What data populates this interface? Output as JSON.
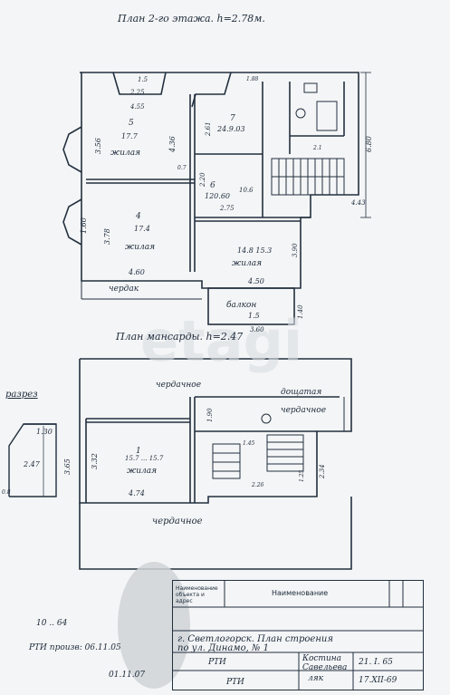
{
  "second_floor": {
    "title": "План 2-го этажа. h=2.78м.",
    "overall_height": "6.80",
    "height_right": "4.43",
    "rooms": [
      {
        "number": "5",
        "area": "17.7",
        "type": "жилая",
        "dim_top": "2.25",
        "dim_mid": "4.55",
        "dim_left": "3.56",
        "dim_right": "4.36",
        "dim_small": "1.5"
      },
      {
        "number": "4",
        "area": "17.4",
        "type": "жилая",
        "dim_left": "1.60",
        "dim_right": "3.78",
        "dim_bottom": "4.60"
      },
      {
        "number": "6",
        "area": "120.60",
        "dim_a": "2.20",
        "dim_b": "10.6",
        "dim_c": "2.75"
      },
      {
        "number": "7",
        "area": "24.9.03",
        "dim_a": "2.61"
      },
      {
        "number": "14.8",
        "area": "15.3",
        "type": "жилая",
        "dim_right": "3.90",
        "dim_bottom": "4.50"
      }
    ],
    "misc": [
      "1.88",
      "2.1",
      "0.7"
    ],
    "attic_label": "чердак",
    "balcony_label": "балкон",
    "balcony_area": "1.5",
    "balcony_dim": "1.40",
    "balcony_width": "3.60"
  },
  "attic_floor": {
    "title": "План мансарды. h=2.47",
    "attic_top": "чердачное",
    "attic_right": "чердачное",
    "boarded": "дощатая",
    "attic_bottom": "чердачное",
    "room_number": "1",
    "room_area": "15.7 ... 15.7",
    "room_type": "жилая",
    "dims": {
      "height_left": "3.65",
      "room_left": "3.32",
      "room_bottom": "4.74",
      "stair_a": "1.90",
      "stair_b": "2.34",
      "stair_c": "1.45",
      "stair_d": "1.25",
      "stair_e": "2.26"
    }
  },
  "section": {
    "title": "разрез",
    "dim_top": "1.30",
    "dim_height": "2.47",
    "dim_small": "0.8"
  },
  "watermark": "etagi",
  "stamp": {
    "header_left": "Наименование объекта и адрес",
    "header_right": "Наименование",
    "line1": "г. Светлогорск. План строения",
    "line2": "по ул. Динамо, № 1",
    "sign1": "Костина",
    "sign2": "Савельева",
    "sign3": "ляк",
    "date1": "21. I. 65",
    "date2": "17.XII-69",
    "org1": "РТИ",
    "org2": "РТИ"
  },
  "notes": {
    "left1": "10 .. 64",
    "left2": "РТИ произв: 06.11.05",
    "left3": "01.11.07"
  }
}
